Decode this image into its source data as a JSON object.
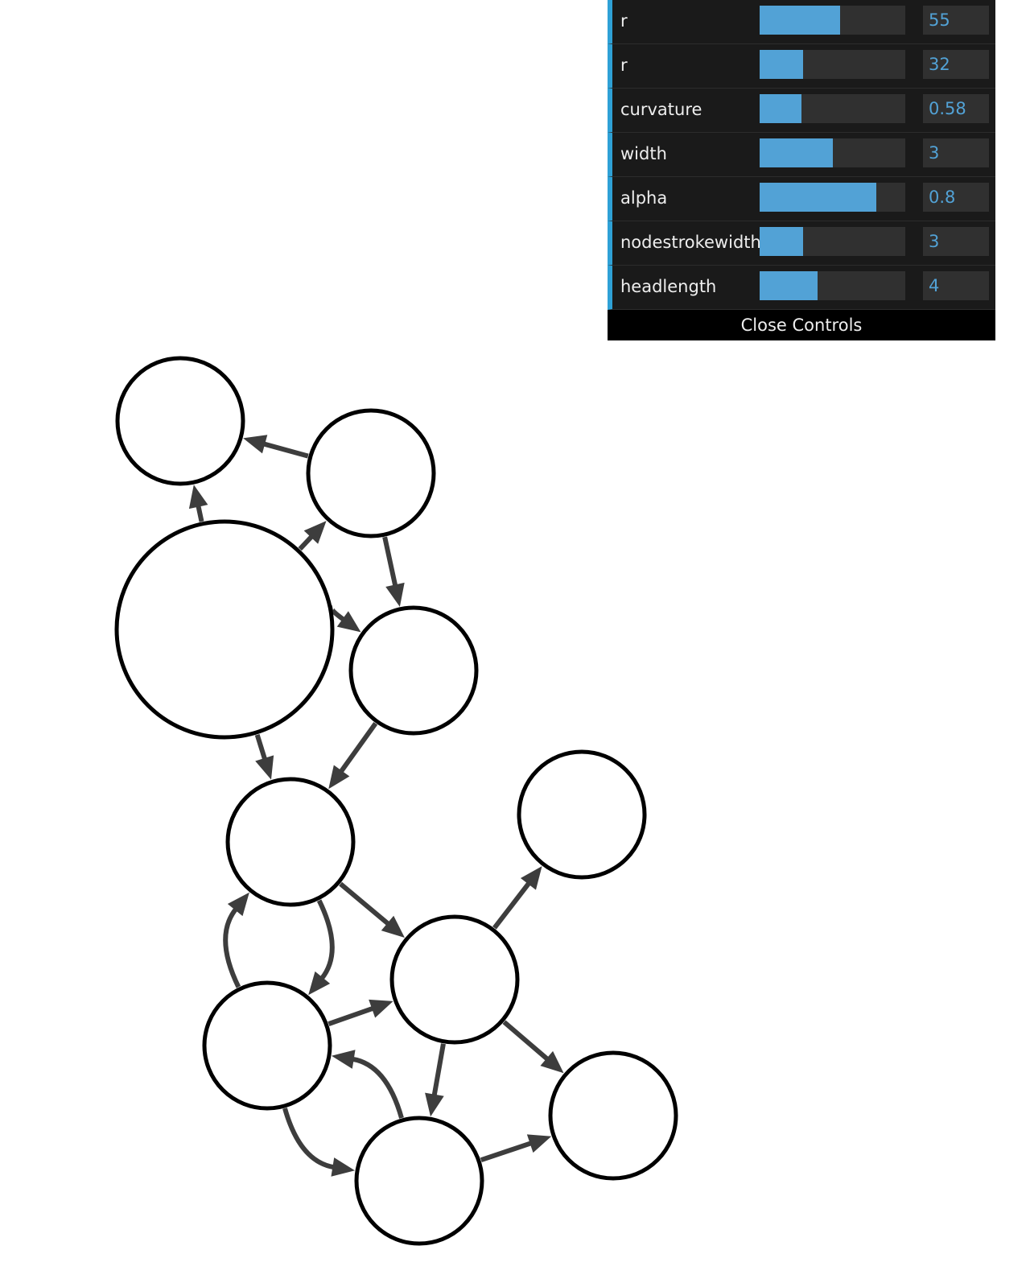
{
  "controls": {
    "rows": [
      {
        "label": "r",
        "value": "55",
        "fraction": 0.55
      },
      {
        "label": "r",
        "value": "32",
        "fraction": 0.3
      },
      {
        "label": "curvature",
        "value": "0.58",
        "fraction": 0.29
      },
      {
        "label": "width",
        "value": "3",
        "fraction": 0.5
      },
      {
        "label": "alpha",
        "value": "0.8",
        "fraction": 0.8
      },
      {
        "label": "nodestrokewidth",
        "value": "3",
        "fraction": 0.3
      },
      {
        "label": "headlength",
        "value": "4",
        "fraction": 0.4
      }
    ],
    "close_label": "Close Controls",
    "accent_color": "#52a2d6"
  },
  "graph": {
    "node_fill": "#ffffff",
    "node_stroke": "#000000",
    "link_color": "#3d3d3d",
    "nodes": [
      {
        "id": "top-left"
      },
      {
        "id": "top-right"
      },
      {
        "id": "big"
      },
      {
        "id": "mid-right"
      },
      {
        "id": "center"
      },
      {
        "id": "far-right-top"
      },
      {
        "id": "right-center"
      },
      {
        "id": "lower-left"
      },
      {
        "id": "bottom-right"
      },
      {
        "id": "bottom"
      }
    ],
    "links": [
      {
        "source": "top-right",
        "target": "top-left"
      },
      {
        "source": "big",
        "target": "top-left"
      },
      {
        "source": "big",
        "target": "top-right"
      },
      {
        "source": "top-right",
        "target": "mid-right"
      },
      {
        "source": "big",
        "target": "mid-right"
      },
      {
        "source": "big",
        "target": "center"
      },
      {
        "source": "mid-right",
        "target": "center"
      },
      {
        "source": "center",
        "target": "lower-left"
      },
      {
        "source": "lower-left",
        "target": "center"
      },
      {
        "source": "center",
        "target": "right-center"
      },
      {
        "source": "right-center",
        "target": "far-right-top"
      },
      {
        "source": "lower-left",
        "target": "right-center"
      },
      {
        "source": "right-center",
        "target": "bottom"
      },
      {
        "source": "right-center",
        "target": "bottom-right"
      },
      {
        "source": "lower-left",
        "target": "bottom"
      },
      {
        "source": "bottom",
        "target": "lower-left"
      },
      {
        "source": "bottom",
        "target": "bottom-right"
      }
    ]
  }
}
